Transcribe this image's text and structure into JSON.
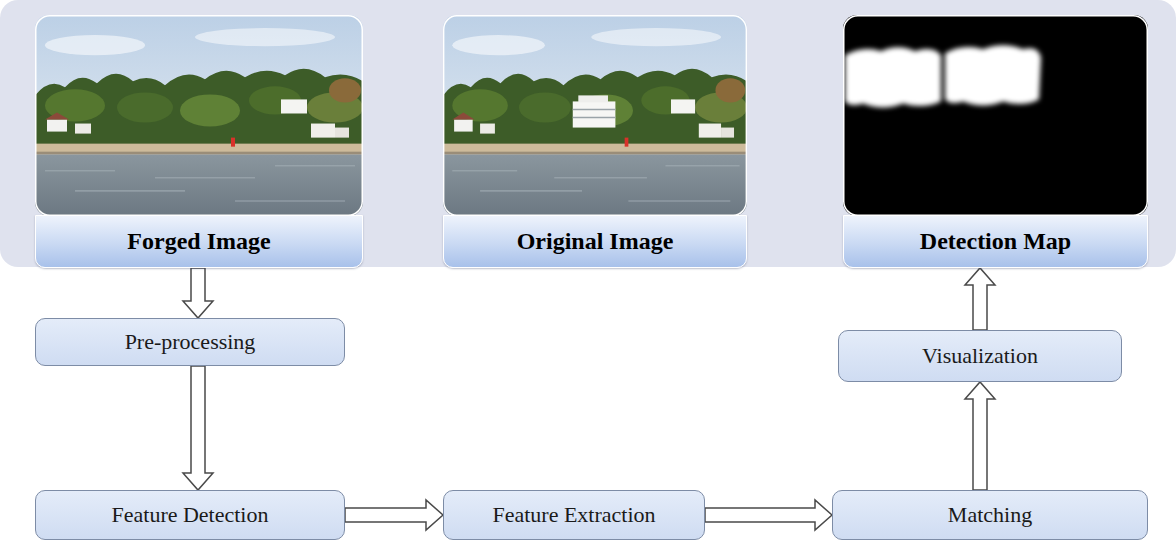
{
  "diagram": {
    "nodes": [
      {
        "text": [
          "Forged Image"
        ]
      },
      {
        "text": [
          "Original Image"
        ]
      },
      {
        "text": [
          "Detection Map"
        ]
      },
      {
        "text": [
          "Pre-processing"
        ]
      },
      {
        "text": [
          "Feature Detection"
        ]
      },
      {
        "text": [
          "Feature Extraction"
        ]
      },
      {
        "text": [
          "Matching"
        ]
      },
      {
        "text": [
          "Visualization"
        ]
      }
    ],
    "edges": [
      {
        "from": 0,
        "to": 3,
        "arrow": "to"
      },
      {
        "from": 3,
        "to": 4,
        "arrow": "to"
      },
      {
        "from": 4,
        "to": 5,
        "arrow": "to"
      },
      {
        "from": 5,
        "to": 6,
        "arrow": "to"
      },
      {
        "from": 6,
        "to": 7,
        "arrow": "to"
      },
      {
        "from": 7,
        "to": 2,
        "arrow": "to"
      }
    ]
  }
}
